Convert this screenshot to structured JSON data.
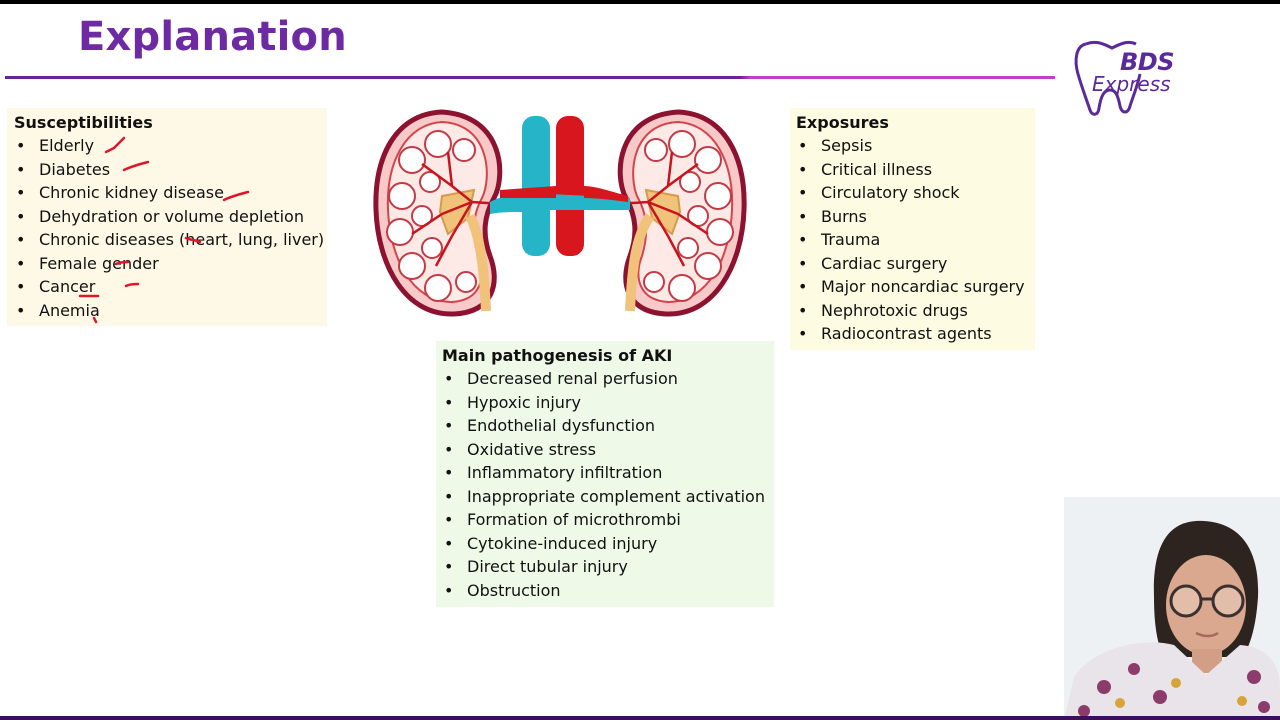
{
  "slide": {
    "title": "Explanation"
  },
  "logo": {
    "line1": "BDS",
    "line2": "Express",
    "color": "#5a2a9a"
  },
  "susceptibilities": {
    "heading": "Susceptibilities",
    "items": [
      "Elderly",
      "Diabetes",
      "Chronic kidney disease",
      "Dehydration or volume depletion",
      "Chronic diseases (heart, lung, liver)",
      "Female gender",
      "Cancer",
      "Anemia"
    ]
  },
  "exposures": {
    "heading": "Exposures",
    "items": [
      "Sepsis",
      "Critical illness",
      "Circulatory shock",
      "Burns",
      "Trauma",
      "Cardiac surgery",
      "Major noncardiac surgery",
      "Nephrotoxic drugs",
      "Radiocontrast agents"
    ]
  },
  "pathogenesis": {
    "heading": "Main pathogenesis of AKI",
    "items": [
      "Decreased renal perfusion",
      "Hypoxic injury",
      "Endothelial dysfunction",
      "Oxidative stress",
      "Inflammatory infiltration",
      "Inappropriate complement activation",
      "Formation of microthrombi",
      "Cytokine-induced injury",
      "Direct tubular injury",
      "Obstruction"
    ]
  },
  "colors": {
    "title": "#6d2aa2",
    "annotation_ink": "#e0142a",
    "vein": "#25b4c8",
    "artery": "#d8161e"
  }
}
